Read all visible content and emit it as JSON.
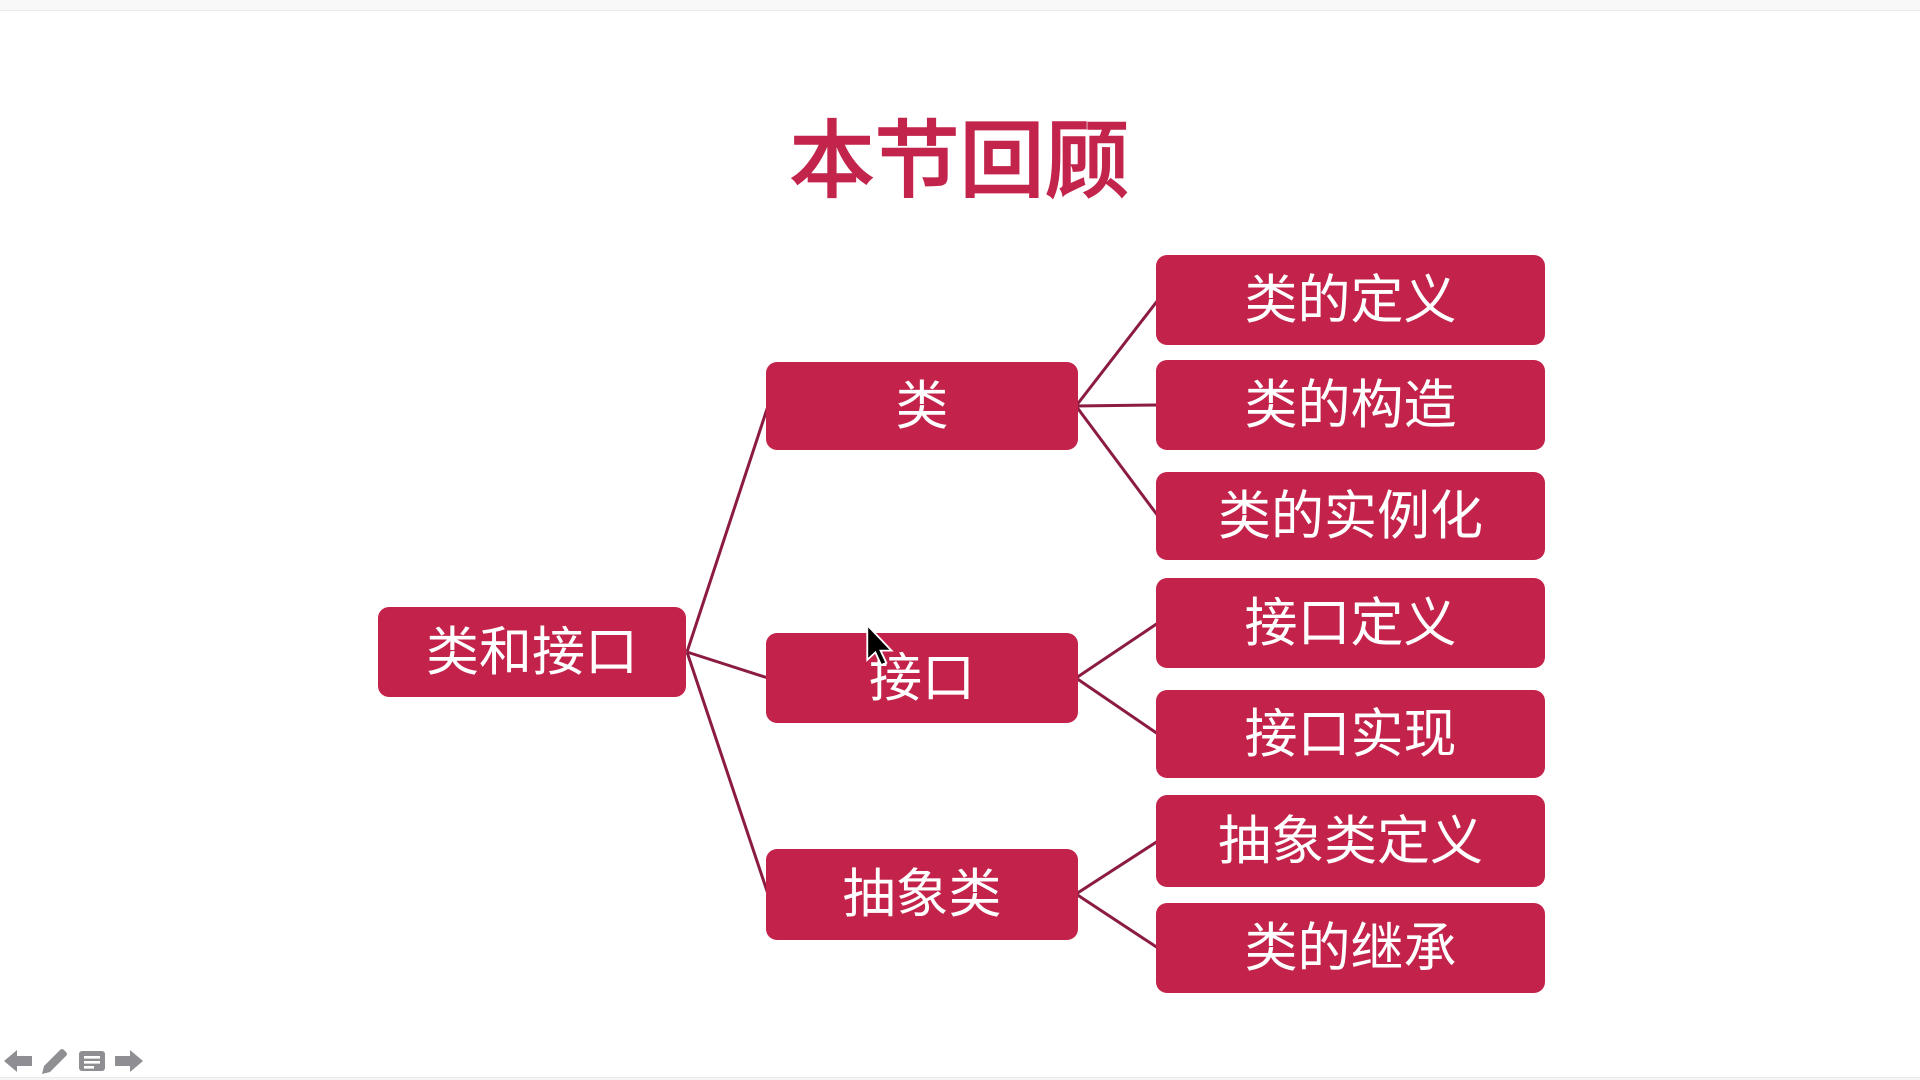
{
  "title": "本节回顾",
  "colors": {
    "node_fill": "#C3234A",
    "connector_line": "#8C1B42",
    "title_text": "#C2244B",
    "toolbar_icon": "#8F8F93"
  },
  "mindmap": {
    "root": {
      "label": "类和接口"
    },
    "branches": [
      {
        "label": "类",
        "children": [
          {
            "label": "类的定义"
          },
          {
            "label": "类的构造"
          },
          {
            "label": "类的实例化"
          }
        ]
      },
      {
        "label": "接口",
        "children": [
          {
            "label": "接口定义"
          },
          {
            "label": "接口实现"
          }
        ]
      },
      {
        "label": "抽象类",
        "children": [
          {
            "label": "抽象类定义"
          },
          {
            "label": "类的继承"
          }
        ]
      }
    ]
  },
  "toolbar": {
    "icons": [
      "back-arrow",
      "pen",
      "slide-menu",
      "forward-arrow"
    ]
  }
}
